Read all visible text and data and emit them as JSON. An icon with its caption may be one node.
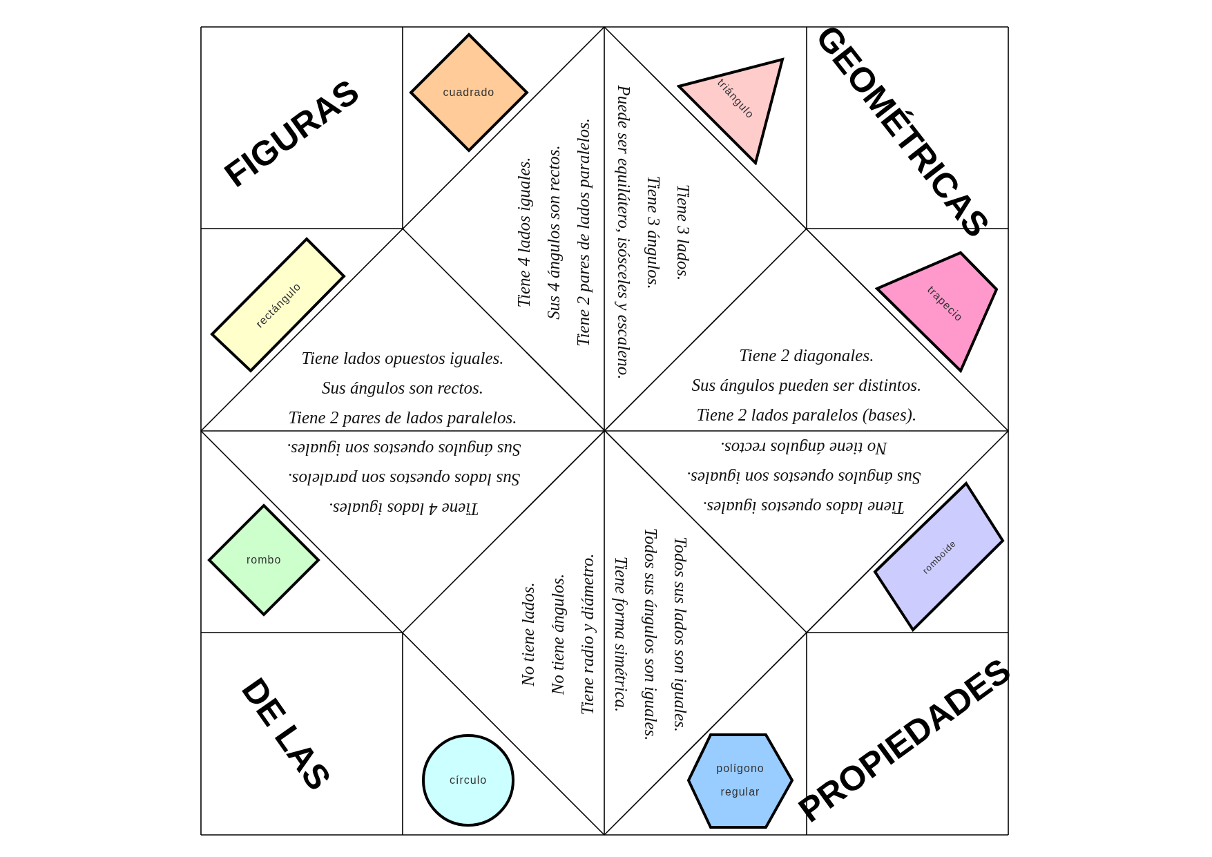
{
  "diagram": {
    "nodes": [
      {
        "text": [
          "FIGURAS"
        ]
      },
      {
        "text": [
          "cuadrado"
        ]
      },
      {
        "text": [
          "Tiene 4 lados iguales.",
          "Sus 4 ángulos son rectos.",
          "Tiene 2 pares de lados paralelos."
        ]
      },
      {
        "text": [
          "Tiene 3 lados.",
          "Tiene 3 ángulos.",
          "Puede ser equilátero, isósceles y escaleno."
        ]
      },
      {
        "text": [
          "triángulo"
        ]
      },
      {
        "text": [
          "GEOMÉTRICAS"
        ]
      },
      {
        "text": [
          "rectángulo"
        ]
      },
      {
        "text": [
          "Tiene lados opuestos iguales.",
          "Sus ángulos son rectos.",
          "Tiene 2 pares de lados paralelos."
        ]
      },
      {
        "text": [
          "Tiene 2 diagonales.",
          "Sus ángulos pueden ser distintos.",
          "Tiene 2 lados paralelos (bases)."
        ]
      },
      {
        "text": [
          "trapecio"
        ]
      },
      {
        "text": [
          "rombo"
        ]
      },
      {
        "text": [
          "Tiene 4 lados iguales.",
          "Sus lados opuestos son paralelos.",
          "Sus ángulos opuestos son iguales."
        ]
      },
      {
        "text": [
          "Tiene lados opuestos iguales.",
          "Sus ángulos opuestos son iguales.",
          "No tiene ángulos rectos."
        ]
      },
      {
        "text": [
          "romboide"
        ]
      },
      {
        "text": [
          "DE LAS"
        ]
      },
      {
        "text": [
          "círculo"
        ]
      },
      {
        "text": [
          "No tiene lados.",
          "No tiene ángulos.",
          "Tiene radio y diámetro."
        ]
      },
      {
        "text": [
          "Todos sus lados son iguales.",
          "Todos sus ángulos son iguales.",
          "Tiene forma simétrica."
        ]
      },
      {
        "text": [
          "polígono regular"
        ]
      },
      {
        "text": [
          "PROPIEDADES"
        ]
      }
    ]
  }
}
